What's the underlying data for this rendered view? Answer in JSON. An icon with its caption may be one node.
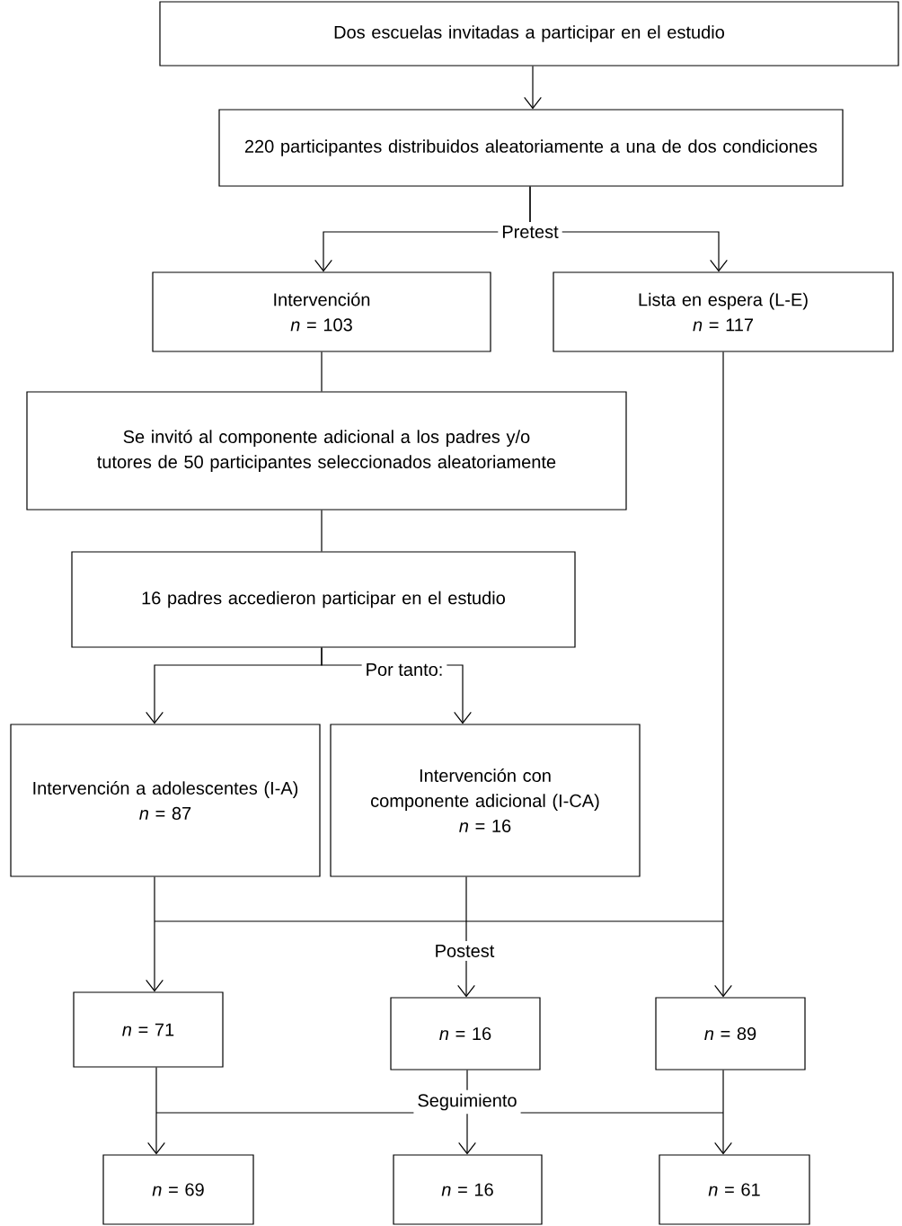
{
  "diagram": {
    "nodes": [
      {
        "text": [
          "Dos escuelas invitadas a participar en el estudio"
        ]
      },
      {
        "text": [
          "220 participantes distribuidos aleatoriamente a una de dos condiciones"
        ]
      },
      {
        "text": [
          "Intervención",
          "*n* = 103"
        ]
      },
      {
        "text": [
          "Lista en espera (L-E)",
          "*n* = 117"
        ]
      },
      {
        "text": [
          "Se invitó al componente adicional a los padres y/o tutores de 50 participantes seleccionados aleatoriamente"
        ]
      },
      {
        "text": [
          "16 padres accedieron participar en el estudio"
        ]
      },
      {
        "text": [
          "Intervención a adolescentes (I-A)",
          "*n* = 87"
        ]
      },
      {
        "text": [
          "Intervención con componente adicional (I-CA)",
          "*n* = 16"
        ]
      },
      {
        "text": [
          "*n* = 71"
        ]
      },
      {
        "text": [
          "*n* = 16"
        ]
      },
      {
        "text": [
          "*n* = 89"
        ]
      },
      {
        "text": [
          "*n* = 69"
        ]
      },
      {
        "text": [
          "*n* = 16"
        ]
      },
      {
        "text": [
          "*n* = 61"
        ]
      }
    ],
    "edges": [
      {
        "from": 0,
        "to": 1,
        "arrow": "to"
      },
      {
        "from": 1,
        "to": 2,
        "arrow": "to"
      },
      {
        "from": 1,
        "to": 3,
        "arrow": "to"
      },
      {
        "from": 2,
        "to": 4,
        "arrow": "none"
      },
      {
        "from": 4,
        "to": 5,
        "arrow": "none"
      },
      {
        "from": 5,
        "to": 6,
        "arrow": "to"
      },
      {
        "from": 5,
        "to": 7,
        "arrow": "to"
      },
      {
        "from": 6,
        "to": 8,
        "arrow": "to"
      },
      {
        "from": 7,
        "to": 9,
        "arrow": "to"
      },
      {
        "from": 3,
        "to": 10,
        "arrow": "to"
      },
      {
        "from": 8,
        "to": 11,
        "arrow": "to"
      },
      {
        "from": 9,
        "to": 12,
        "arrow": "to"
      },
      {
        "from": 10,
        "to": 13,
        "arrow": "to"
      }
    ],
    "labels": [
      "Pretest",
      "Por tanto:",
      "Postest",
      "Seguimiento"
    ]
  }
}
